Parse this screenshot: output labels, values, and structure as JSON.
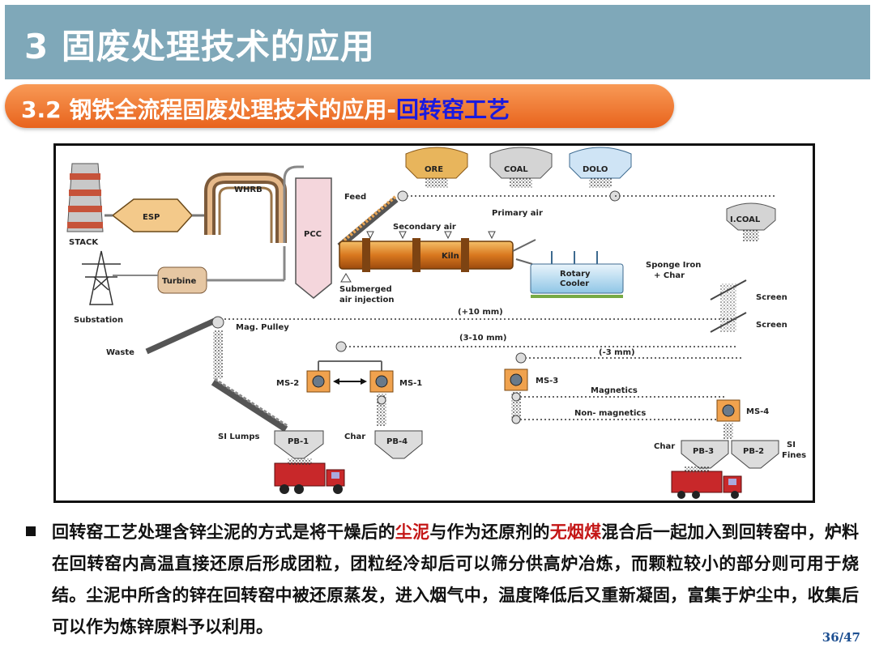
{
  "header": {
    "title": "3 固废处理技术的应用"
  },
  "subtitle": {
    "prefix": "3.2 钢铁全流程固废处理技术的应用-",
    "highlight": "回转窑工艺"
  },
  "diagram": {
    "labels": {
      "ore": "ORE",
      "coal": "COAL",
      "dolo": "DOLO",
      "icoal": "I.COAL",
      "stack": "STACK",
      "esp": "ESP",
      "whrb": "WHRB",
      "pcc": "PCC",
      "feed": "Feed",
      "secondary_air": "Secondary air",
      "primary_air": "Primary air",
      "kiln": "Kiln",
      "rotary_cooler": "Rotary Cooler",
      "sponge_iron": "Sponge Iron",
      "plus_char": "+ Char",
      "turbine": "Turbine",
      "substation": "Substation",
      "submerged": "Submerged",
      "air_injection": "air injection",
      "screen1": "Screen",
      "screen2": "Screen",
      "plus10": "(+10 mm)",
      "range3_10": "(3-10 mm)",
      "minus3": "(-3 mm)",
      "mag_pulley": "Mag. Pulley",
      "waste": "Waste",
      "ms1": "MS-1",
      "ms2": "MS-2",
      "ms3": "MS-3",
      "ms4": "MS-4",
      "magnetics": "Magnetics",
      "non_magnetics": "Non- magnetics",
      "si_lumps": "SI Lumps",
      "pb1": "PB-1",
      "char1": "Char",
      "pb4": "PB-4",
      "char2": "Char",
      "pb3": "PB-3",
      "pb2": "PB-2",
      "si": "SI",
      "fines": "Fines"
    }
  },
  "body": {
    "segments": [
      {
        "text": "回转窑工艺处理含锌尘泥的方式是将干燥后的",
        "hl": false
      },
      {
        "text": "尘泥",
        "hl": true
      },
      {
        "text": "与作为还原剂的",
        "hl": false
      },
      {
        "text": "无烟煤",
        "hl": true
      },
      {
        "text": "混合后一起加入到回转窑中，炉料在回转窑内高温直接还原后形成团粒，团粒经冷却后可以筛分供高炉冶炼，而颗粒较小的部分则可用于烧结。尘泥中所含的锌在回转窑中被还原蒸发，进入烟气中，温度降低后又重新凝固，富集于炉尘中，收集后可以作为炼锌原料予以利用。",
        "hl": false
      }
    ]
  },
  "footer": {
    "page": "36/47"
  },
  "colors": {
    "title_bar": "#7fa8b9",
    "subtitle_pill": "#e8631d",
    "subtitle_highlight": "#1a1adf",
    "text_highlight": "#c41616"
  }
}
